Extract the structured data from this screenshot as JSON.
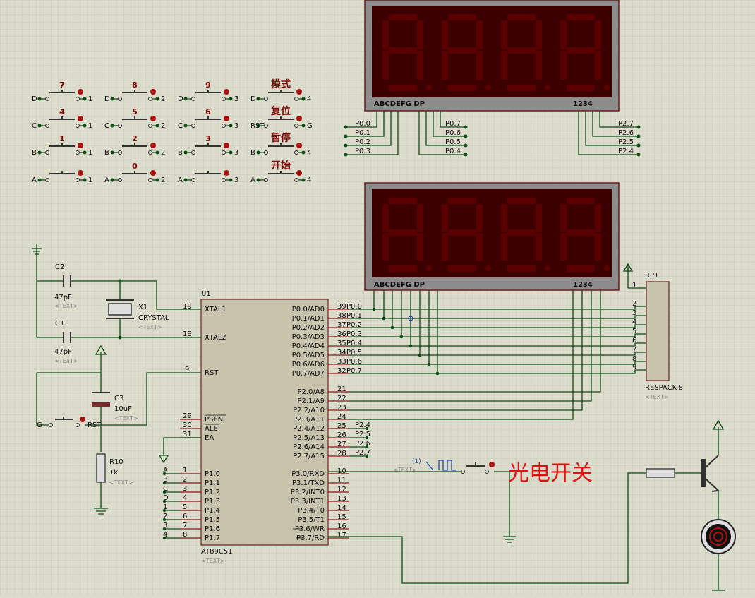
{
  "display_top": {
    "segment_label": "ABCDEFG  DP",
    "digit_label": "1234",
    "left_nets": [
      "P0.0",
      "P0.1",
      "P0.2",
      "P0.3"
    ],
    "mid_nets": [
      "P0.7",
      "P0.6",
      "P0.5",
      "P0.4"
    ],
    "right_nets": [
      "P2.7",
      "P2.6",
      "P2.5",
      "P2.4"
    ]
  },
  "display_bottom": {
    "segment_label": "ABCDEFG  DP",
    "digit_label": "1234"
  },
  "keypad": {
    "rows": [
      [
        {
          "key": "7",
          "l": "D",
          "r": "1"
        },
        {
          "key": "8",
          "l": "D",
          "r": "2"
        },
        {
          "key": "9",
          "l": "D",
          "r": "3"
        },
        {
          "key": "模式",
          "l": "D",
          "r": "4"
        }
      ],
      [
        {
          "key": "4",
          "l": "C",
          "r": "1"
        },
        {
          "key": "5",
          "l": "C",
          "r": "2"
        },
        {
          "key": "6",
          "l": "C",
          "r": "3"
        },
        {
          "key": "复位",
          "l": "RST",
          "r": "G"
        }
      ],
      [
        {
          "key": "1",
          "l": "B",
          "r": "1"
        },
        {
          "key": "2",
          "l": "B",
          "r": "2"
        },
        {
          "key": "3",
          "l": "B",
          "r": "3"
        },
        {
          "key": "暂停",
          "l": "B",
          "r": "4"
        }
      ],
      [
        {
          "key": "",
          "l": "A",
          "r": "1"
        },
        {
          "key": "0",
          "l": "A",
          "r": "2"
        },
        {
          "key": "",
          "l": "A",
          "r": "3"
        },
        {
          "key": "开始",
          "l": "A",
          "r": "4"
        }
      ]
    ]
  },
  "mcu": {
    "ref": "U1",
    "part": "AT89C51",
    "text": "<TEXT>",
    "left_pins": [
      {
        "num": "19",
        "name": "XTAL1"
      },
      {
        "num": "18",
        "name": "XTAL2"
      },
      {
        "num": "9",
        "name": "RST"
      },
      {
        "num": "29",
        "name": "PSEN"
      },
      {
        "num": "30",
        "name": "ALE"
      },
      {
        "num": "31",
        "name": "EA"
      },
      {
        "num": "1",
        "name": "P1.0",
        "net": "A"
      },
      {
        "num": "2",
        "name": "P1.1",
        "net": "B"
      },
      {
        "num": "3",
        "name": "P1.2",
        "net": "C"
      },
      {
        "num": "4",
        "name": "P1.3",
        "net": "D"
      },
      {
        "num": "5",
        "name": "P1.4",
        "net": "1"
      },
      {
        "num": "6",
        "name": "P1.5",
        "net": "2"
      },
      {
        "num": "7",
        "name": "P1.6",
        "net": "3"
      },
      {
        "num": "8",
        "name": "P1.7",
        "net": "4"
      }
    ],
    "right_pins": [
      {
        "num": "39",
        "name": "P0.0/AD0",
        "net": "P0.0"
      },
      {
        "num": "38",
        "name": "P0.1/AD1",
        "net": "P0.1"
      },
      {
        "num": "37",
        "name": "P0.2/AD2",
        "net": "P0.2"
      },
      {
        "num": "36",
        "name": "P0.3/AD3",
        "net": "P0.3"
      },
      {
        "num": "35",
        "name": "P0.4/AD4",
        "net": "P0.4"
      },
      {
        "num": "34",
        "name": "P0.5/AD5",
        "net": "P0.5"
      },
      {
        "num": "33",
        "name": "P0.6/AD6",
        "net": "P0.6"
      },
      {
        "num": "32",
        "name": "P0.7/AD7",
        "net": "P0.7"
      },
      {
        "num": "21",
        "name": "P2.0/A8"
      },
      {
        "num": "22",
        "name": "P2.1/A9"
      },
      {
        "num": "23",
        "name": "P2.2/A10"
      },
      {
        "num": "24",
        "name": "P2.3/A11"
      },
      {
        "num": "25",
        "name": "P2.4/A12",
        "net": "P2.4"
      },
      {
        "num": "26",
        "name": "P2.5/A13",
        "net": "P2.5"
      },
      {
        "num": "27",
        "name": "P2.6/A14",
        "net": "P2.6"
      },
      {
        "num": "28",
        "name": "P2.7/A15",
        "net": "P2.7"
      },
      {
        "num": "10",
        "name": "P3.0/RXD"
      },
      {
        "num": "11",
        "name": "P3.1/TXD"
      },
      {
        "num": "12",
        "name": "P3.2/INT0"
      },
      {
        "num": "13",
        "name": "P3.3/INT1"
      },
      {
        "num": "14",
        "name": "P3.4/T0"
      },
      {
        "num": "15",
        "name": "P3.5/T1"
      },
      {
        "num": "16",
        "name": "P3.6/WR"
      },
      {
        "num": "17",
        "name": "P3.7/RD"
      }
    ]
  },
  "rp1": {
    "ref": "RP1",
    "part": "RESPACK-8",
    "text": "<TEXT>",
    "pins": [
      "1",
      "2",
      "3",
      "4",
      "5",
      "6",
      "7",
      "8",
      "9"
    ]
  },
  "osc": {
    "c2_ref": "C2",
    "c2_value": "47pF",
    "c1_ref": "C1",
    "c1_value": "47pF",
    "x1_ref": "X1",
    "x1_part": "CRYSTAL",
    "c_text": "<TEXT>",
    "pin19": "19",
    "pin18": "18"
  },
  "reset": {
    "c3_ref": "C3",
    "c3_value": "10uF",
    "r10_ref": "R10",
    "r10_value": "1k",
    "btn_left": "G",
    "btn_right": "RST",
    "pin9": "9"
  },
  "photo": {
    "text": "<TEXT>",
    "marker": "(1)",
    "label": "光电开关"
  },
  "colors": {
    "wire": "#0b4a12",
    "pin": "#8a1414",
    "segment": "#5a0000",
    "display_bg": "#3d0000",
    "red_label": "#e01010"
  }
}
